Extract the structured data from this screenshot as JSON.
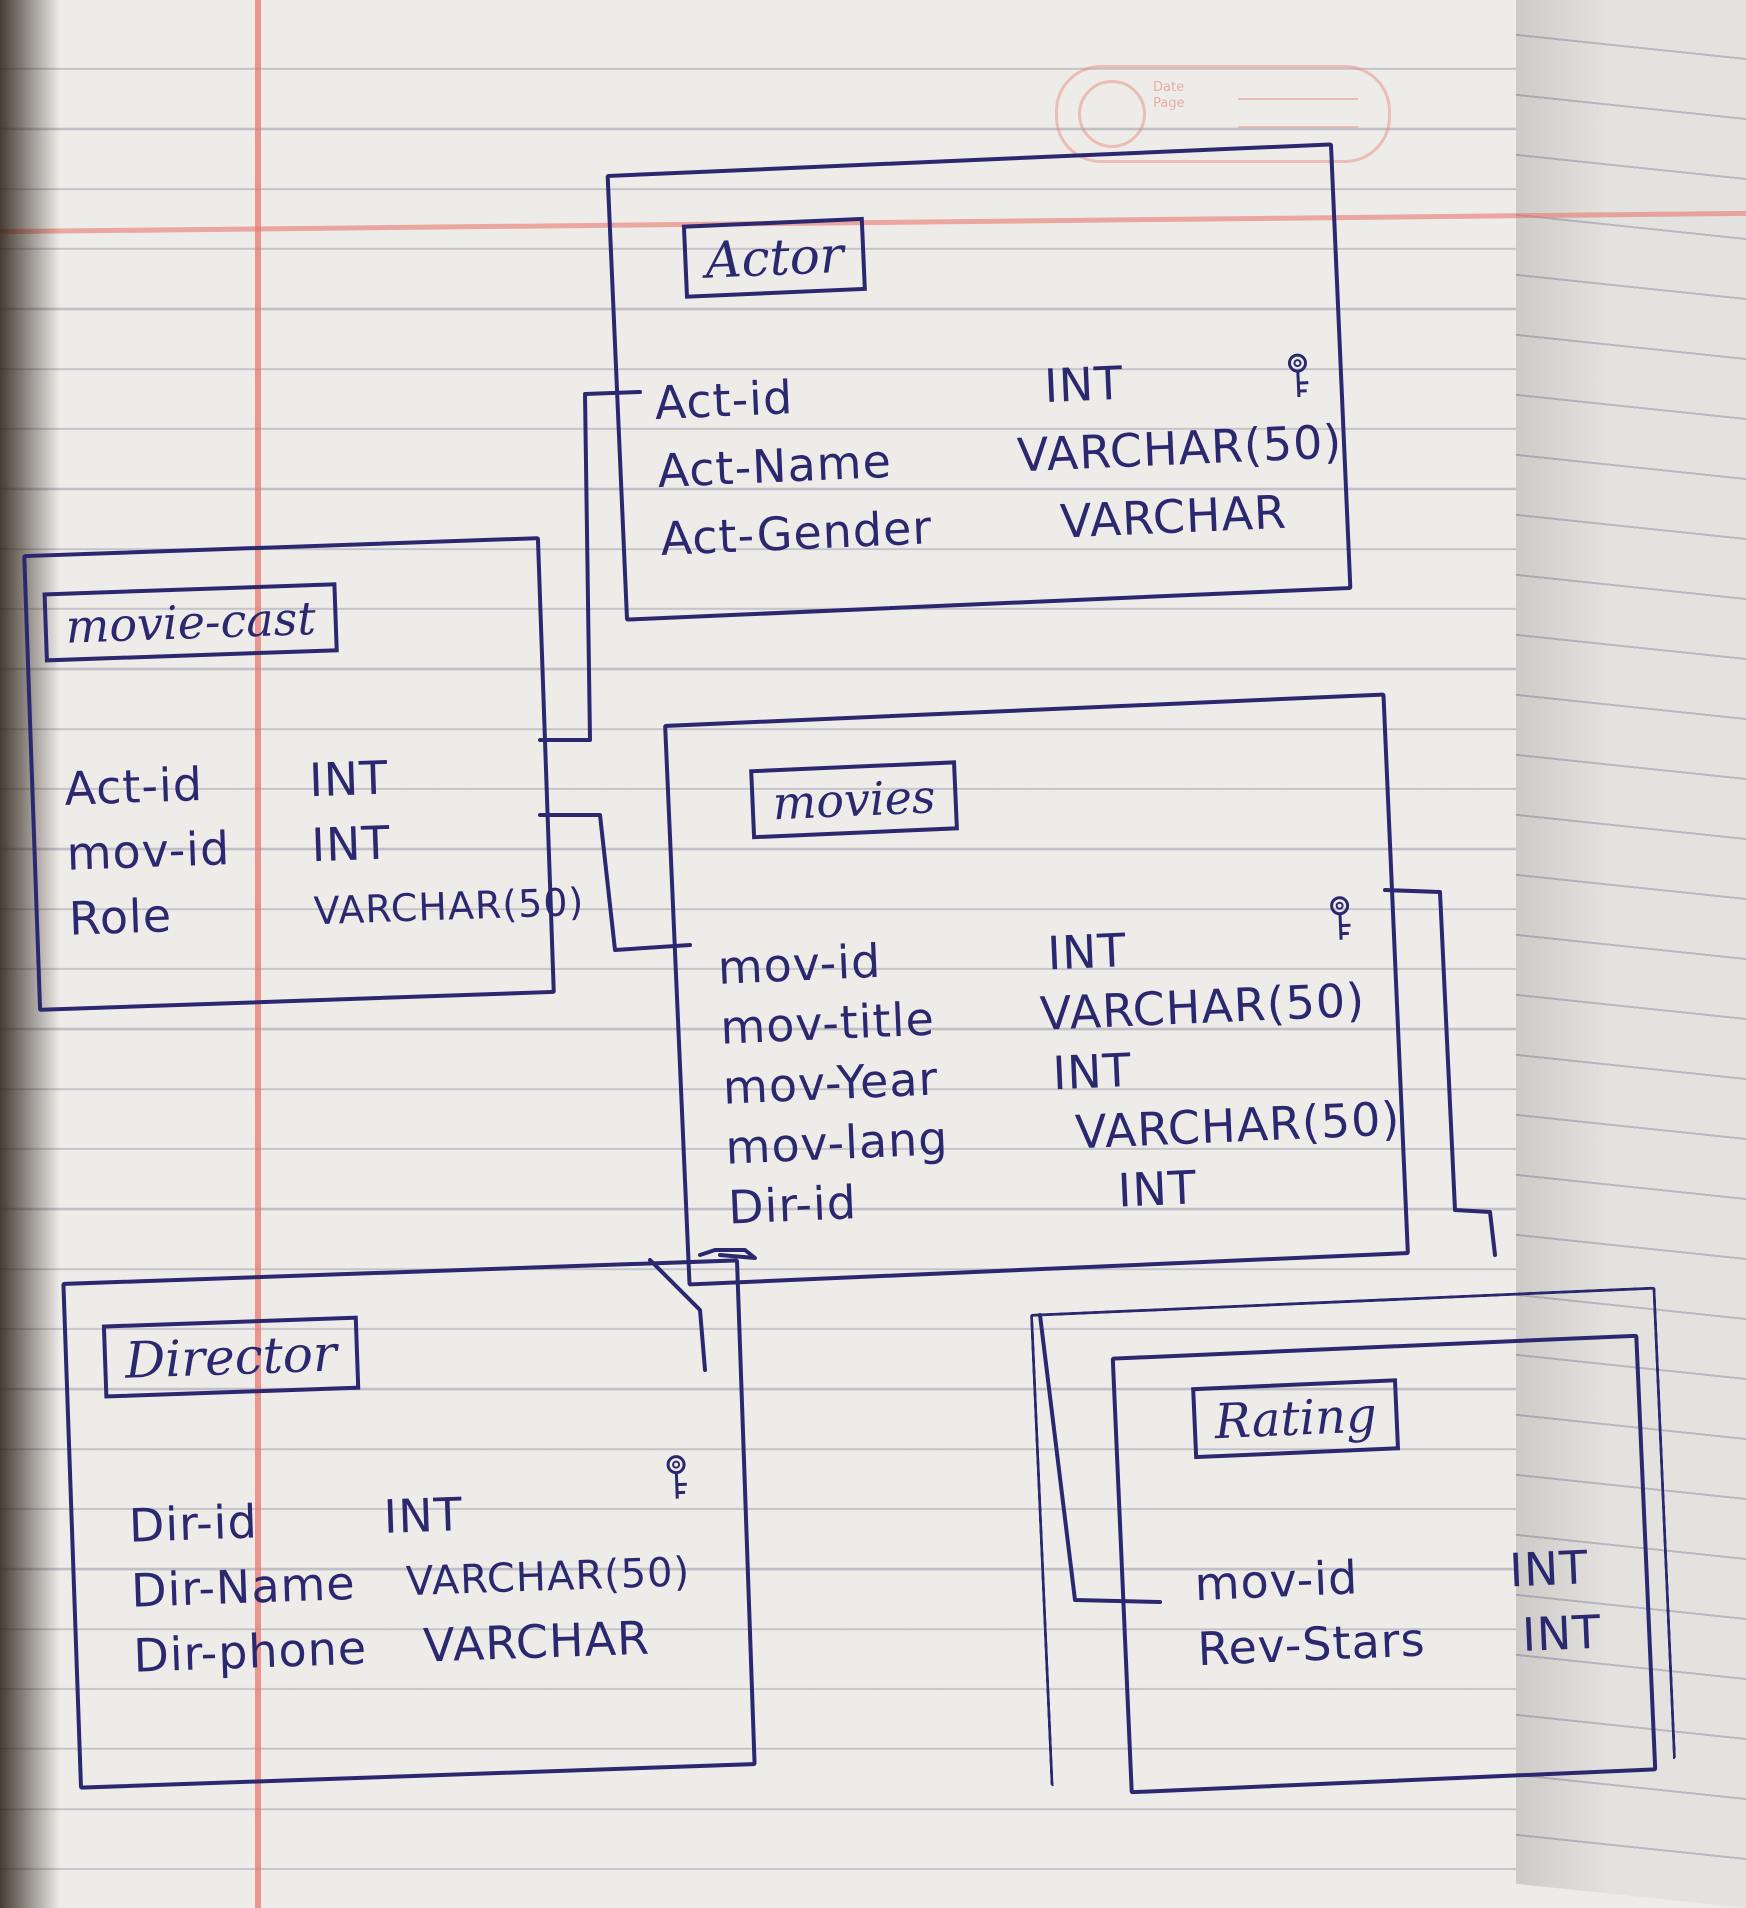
{
  "header_stamp": {
    "line1": "Date",
    "line2": "Page"
  },
  "tables": {
    "actor": {
      "title": "Actor",
      "rows": [
        {
          "name": "Act-id",
          "type": "INT",
          "key": true
        },
        {
          "name": "Act-Name",
          "type": "VARCHAR(50)",
          "key": false
        },
        {
          "name": "Act-Gender",
          "type": "VARCHAR",
          "key": false
        }
      ]
    },
    "movie_cast": {
      "title": "movie-cast",
      "rows": [
        {
          "name": "Act-id",
          "type": "INT",
          "key": false
        },
        {
          "name": "mov-id",
          "type": "INT",
          "key": false
        },
        {
          "name": "Role",
          "type": "VARCHAR(50)",
          "key": false
        }
      ]
    },
    "movies": {
      "title": "movies",
      "rows": [
        {
          "name": "mov-id",
          "type": "INT",
          "key": true
        },
        {
          "name": "mov-title",
          "type": "VARCHAR(50)",
          "key": false
        },
        {
          "name": "mov-Year",
          "type": "INT",
          "key": false
        },
        {
          "name": "mov-lang",
          "type": "VARCHAR(50)",
          "key": false
        },
        {
          "name": "Dir-id",
          "type": "INT",
          "key": false
        }
      ]
    },
    "director": {
      "title": "Director",
      "rows": [
        {
          "name": "Dir-id",
          "type": "INT",
          "key": true
        },
        {
          "name": "Dir-Name",
          "type": "VARCHAR(50)",
          "key": false
        },
        {
          "name": "Dir-phone",
          "type": "VARCHAR",
          "key": false
        }
      ]
    },
    "rating": {
      "title": "Rating",
      "rows": [
        {
          "name": "mov-id",
          "type": "INT",
          "key": false
        },
        {
          "name": "Rev-Stars",
          "type": "INT",
          "key": false
        }
      ]
    }
  },
  "colors": {
    "ink": "#2b2870",
    "paper": "#eeece9",
    "margin": "#e8786e"
  }
}
